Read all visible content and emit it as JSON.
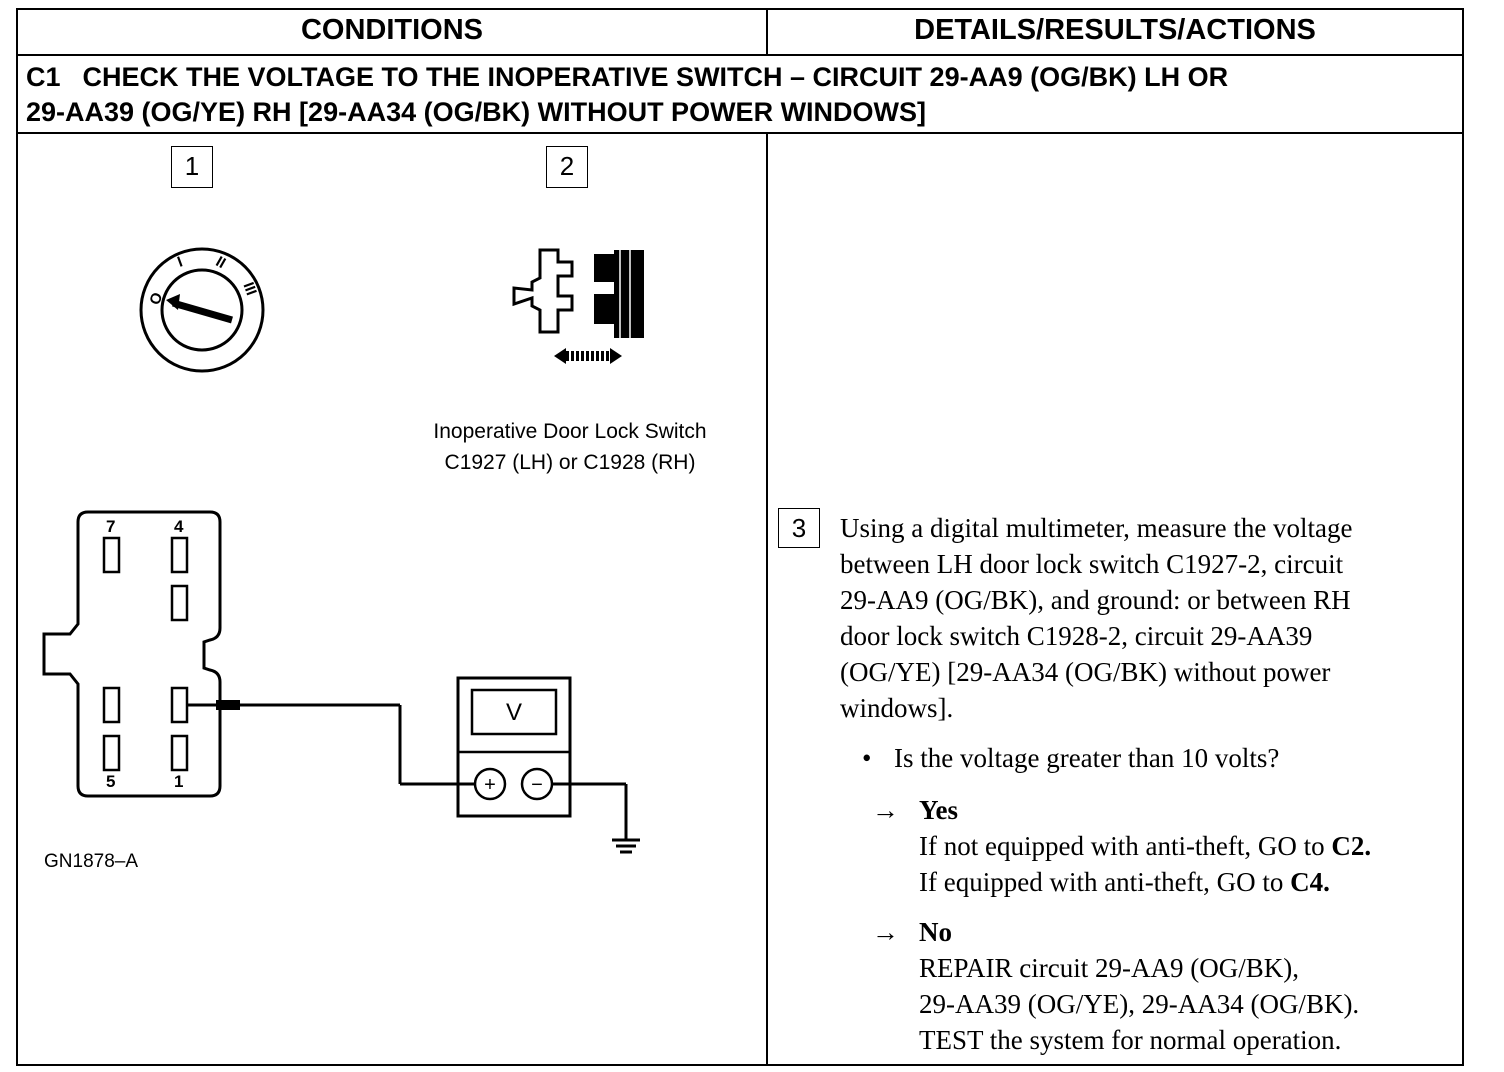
{
  "header": {
    "left": "CONDITIONS",
    "right": "DETAILS/RESULTS/ACTIONS"
  },
  "step": {
    "code": "C1",
    "title_line1": "CHECK THE VOLTAGE TO THE INOPERATIVE SWITCH – CIRCUIT 29-AA9 (OG/BK) LH OR",
    "title_line2": "29-AA39 (OG/YE) RH [29-AA34 (OG/BK) WITHOUT POWER WINDOWS]"
  },
  "figure": {
    "box1": "1",
    "box2": "2",
    "ignition_labels": {
      "off": "O",
      "acc": "I",
      "run": "II",
      "start": "III"
    },
    "caption_line1": "Inoperative Door Lock Switch",
    "caption_line2": "C1927 (LH) or C1928 (RH)",
    "pins": {
      "p7": "7",
      "p4": "4",
      "p5": "5",
      "p1": "1"
    },
    "meter_display": "V",
    "meter_plus": "+",
    "meter_minus": "−",
    "figure_id": "GN1878–A"
  },
  "details": {
    "box3": "3",
    "instruction_lines": [
      "Using a digital multimeter, measure the voltage",
      "between LH door lock switch C1927-2, circuit",
      "29-AA9 (OG/BK), and ground: or between RH",
      "door lock switch C1928-2, circuit 29-AA39",
      "(OG/YE) [29-AA34 (OG/BK) without power",
      "windows]."
    ],
    "bullet_mark": "•",
    "question": "Is the voltage greater than 10 volts?",
    "arrow": "→",
    "yes": {
      "label": "Yes",
      "line1_text": "If not equipped with anti-theft, GO to ",
      "line1_target": "C2.",
      "line2_text": "If equipped with anti-theft, GO to ",
      "line2_target": "C4."
    },
    "no": {
      "label": "No",
      "line1": "REPAIR circuit 29-AA9 (OG/BK),",
      "line2": "29-AA39 (OG/YE), 29-AA34 (OG/BK).",
      "line3": "TEST the system for normal operation."
    }
  }
}
